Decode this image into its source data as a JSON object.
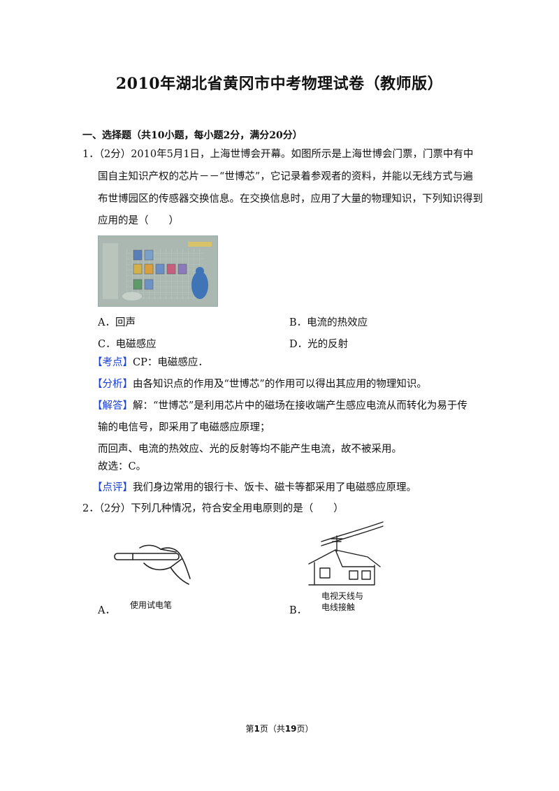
{
  "doc": {
    "title": "2010年湖北省黄冈市中考物理试卷（教师版）",
    "section": "一、选择题（共10小题，每小题2分，满分20分）",
    "q1": {
      "line1": "1．（2分）2010年5月1日，上海世博会开幕。如图所示是上海世博会门票，门票中有中",
      "line2": "国自主知识产权的芯片－－“世博芯”，它记录着参观者的资料，并能以无线方式与遍",
      "line3": "布世博园区的传感器交换信息。在交换信息时，应用了大量的物理知识，下列知识得到",
      "line4": "应用的是（　　）",
      "optA": "A．回声",
      "optB": "B．电流的热效应",
      "optC": "C．电磁感应",
      "optD": "D．光的反射",
      "kaodian_tag": "【考点】",
      "kaodian": "CP：电磁感应．",
      "fenxi_tag": "【分析】",
      "fenxi": "由各知识点的作用及“世博芯”的作用可以得出其应用的物理知识。",
      "jieda_tag": "【解答】",
      "jieda1": "解：“世博芯”是利用芯片中的磁场在接收端产生感应电流从而转化为易于传",
      "jieda2": "输的电信号，即采用了电磁感应原理；",
      "jieda3": "而回声、电流的热效应、光的反射等均不能产生电流，故不被采用。",
      "jieda4": "故选：C。",
      "dianping_tag": "【点评】",
      "dianping": "我们身边常用的银行卡、饭卡、磁卡等都采用了电磁感应原理。"
    },
    "q2": {
      "line1": "2．（2分）下列几种情况，符合安全用电原则的是（　　）",
      "optA": "A．",
      "optB": "B．",
      "captionA": "使用试电笔",
      "captionB1": "电视天线与",
      "captionB2": "电线接触"
    },
    "footer": {
      "pre": "第",
      "page": "1",
      "mid": "页（共",
      "total": "19",
      "post": "页）"
    }
  }
}
